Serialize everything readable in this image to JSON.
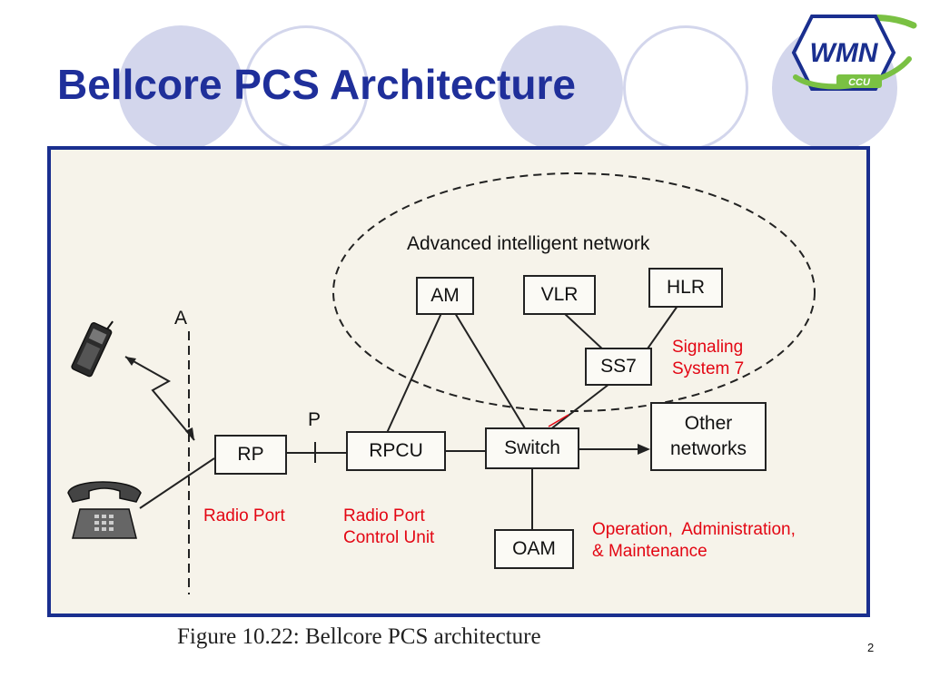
{
  "slide": {
    "title": "Bellcore PCS Architecture",
    "page_number": "2",
    "title_color": "#1f2f9a",
    "frame_color": "#1a2f8f",
    "circle_color": "#d3d6ec"
  },
  "logo": {
    "text": "WMN",
    "subtext": "CCU",
    "icon": "wmn-ccu-hexagon-logo"
  },
  "diagram": {
    "network_label": "Advanced intelligent network",
    "nodes": {
      "am": "AM",
      "vlr": "VLR",
      "hlr": "HLR",
      "ss7": "SS7",
      "rp": "RP",
      "rpcu": "RPCU",
      "switch": "Switch",
      "other_networks_line1": "Other",
      "other_networks_line2": "networks",
      "oam": "OAM"
    },
    "interface_a": "A",
    "interface_p": "P",
    "caption": "Figure 10.22: Bellcore PCS architecture",
    "icons": [
      "mobile-phone-icon",
      "desk-telephone-icon"
    ]
  },
  "annotations": {
    "color": "#e30613",
    "signaling_line1": "Signaling",
    "signaling_line2": "System 7",
    "radio_port": "Radio Port",
    "rpcu_line1": "Radio Port",
    "rpcu_line2": "Control Unit",
    "oam_line1": "Operation,  Administration,",
    "oam_line2": "& Maintenance"
  }
}
